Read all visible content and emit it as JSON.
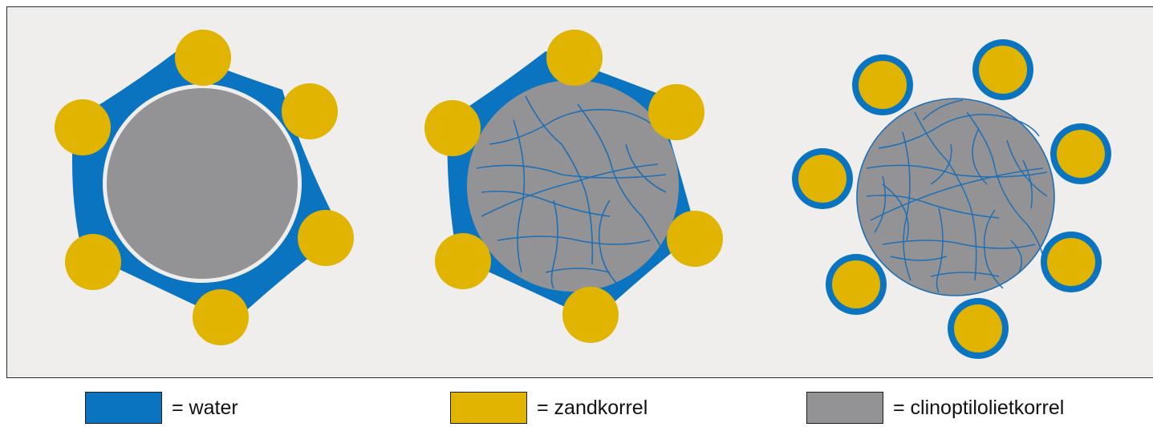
{
  "colors": {
    "water": "#0a74c0",
    "sand": "#e0b400",
    "clino": "#939395",
    "background": "#efeeec",
    "fissure": "#1e6fb5"
  },
  "legend": [
    {
      "key": "water",
      "label": "= water"
    },
    {
      "key": "sand",
      "label": "= zandkorrel"
    },
    {
      "key": "clino",
      "label": "= clinoptilolietkorrel"
    }
  ]
}
